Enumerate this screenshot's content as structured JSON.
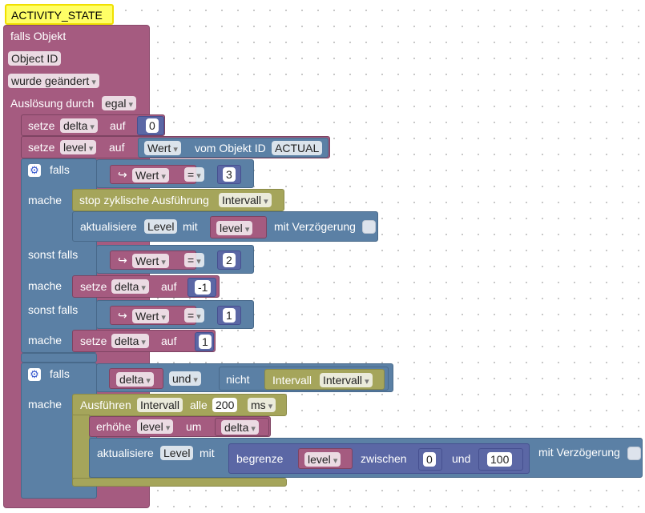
{
  "trigger": {
    "hat_label": "ACTIVITY_STATE",
    "falls_objekt": "falls Objekt",
    "object_id": "Object ID",
    "wurde_geaendert": "wurde geändert",
    "ausloesung_label": "Auslösung durch",
    "ausloesung_value": "egal"
  },
  "set_delta": {
    "setze": "setze",
    "var": "delta",
    "auf": "auf",
    "value": "0"
  },
  "set_level": {
    "setze": "setze",
    "var": "level",
    "auf": "auf",
    "prop": "Wert",
    "vom": "vom Objekt ID",
    "id": "ACTUAL"
  },
  "if1": {
    "falls": "falls",
    "mache": "mache",
    "sonst_falls": "sonst falls",
    "wert": "Wert",
    "eq": "=",
    "cond1_value": "3",
    "stop_label": "stop zyklische Ausführung",
    "stop_var": "Intervall",
    "update_label": "aktualisiere",
    "update_target": "Level",
    "mit": "mit",
    "update_var": "level",
    "delay_label": "mit Verzögerung",
    "cond2_value": "2",
    "set2_setze": "setze",
    "set2_var": "delta",
    "set2_auf": "auf",
    "set2_value": "-1",
    "cond3_value": "1",
    "set3_setze": "setze",
    "set3_var": "delta",
    "set3_auf": "auf",
    "set3_value": "1"
  },
  "if2": {
    "falls": "falls",
    "mache": "mache",
    "var_delta": "delta",
    "und": "und",
    "nicht": "nicht",
    "intervall_label": "Intervall",
    "intervall_var": "Intervall",
    "run_label": "Ausführen",
    "run_var": "Intervall",
    "alle": "alle",
    "interval_value": "200",
    "unit": "ms",
    "inc_label": "erhöhe",
    "inc_var": "level",
    "um": "um",
    "inc_by": "delta",
    "upd_label": "aktualisiere",
    "upd_target": "Level",
    "upd_mit": "mit",
    "clamp_label": "begrenze",
    "clamp_var": "level",
    "zwischen": "zwischen",
    "min": "0",
    "und2": "und",
    "max": "100",
    "delay_label": "mit Verzögerung"
  },
  "colors": {
    "trigger": "#a55b80",
    "logic": "#5b80a5",
    "math": "#5b67a5",
    "timer": "#a5a55b",
    "hat": "#ffff66"
  }
}
